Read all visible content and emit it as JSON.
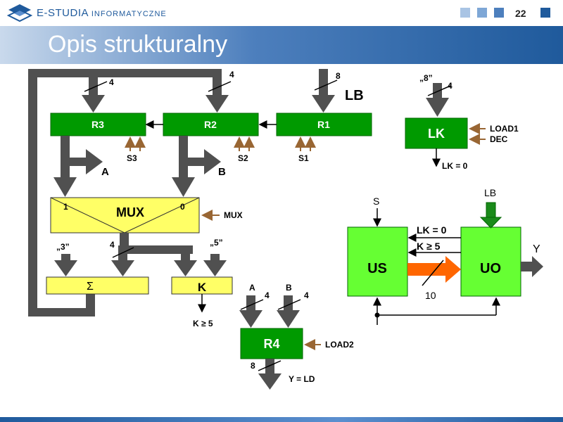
{
  "header": {
    "logo_main": "E-STUDIA",
    "logo_sub": "INFORMATYCZNE",
    "page_number": "22"
  },
  "title": "Opis strukturalny",
  "colors": {
    "register_green": "#009a00",
    "bright_green": "#66ff33",
    "yellow": "#ffff66",
    "arrow_gray": "#505050",
    "control_brown": "#996633",
    "data_orange": "#ff6600"
  },
  "labels": {
    "r3": "R3",
    "r2": "R2",
    "r1": "R1",
    "lk": "LK",
    "r4": "R4",
    "mux": "MUX",
    "mux_in1": "1",
    "mux_in0": "0",
    "mux_ctrl": "MUX",
    "sigma": "Σ",
    "k": "K",
    "w_r3": "4",
    "w_r2": "4",
    "w_r1": "8",
    "lb": "LB",
    "lk_const": "„8”",
    "w_lk": "4",
    "load1": "LOAD1",
    "dec": "DEC",
    "lk_zero": "LK = 0",
    "s3": "S3",
    "s2": "S2",
    "s1": "S1",
    "out_a": "A",
    "out_b": "B",
    "const3": "„3”",
    "w_sum": "4",
    "const5": "„5”",
    "k_ge5": "K ≥ 5",
    "in_a": "A",
    "in_b": "B",
    "w_a": "4",
    "w_b": "4",
    "load2": "LOAD2",
    "w_r4": "8",
    "y_ld": "Y = LD",
    "us": "US",
    "uo": "UO",
    "us_s": "S",
    "uo_lb": "LB",
    "uo_y": "Y",
    "sig_lk0": "LK = 0",
    "sig_k5": "K ≥ 5",
    "w_bus": "10"
  }
}
